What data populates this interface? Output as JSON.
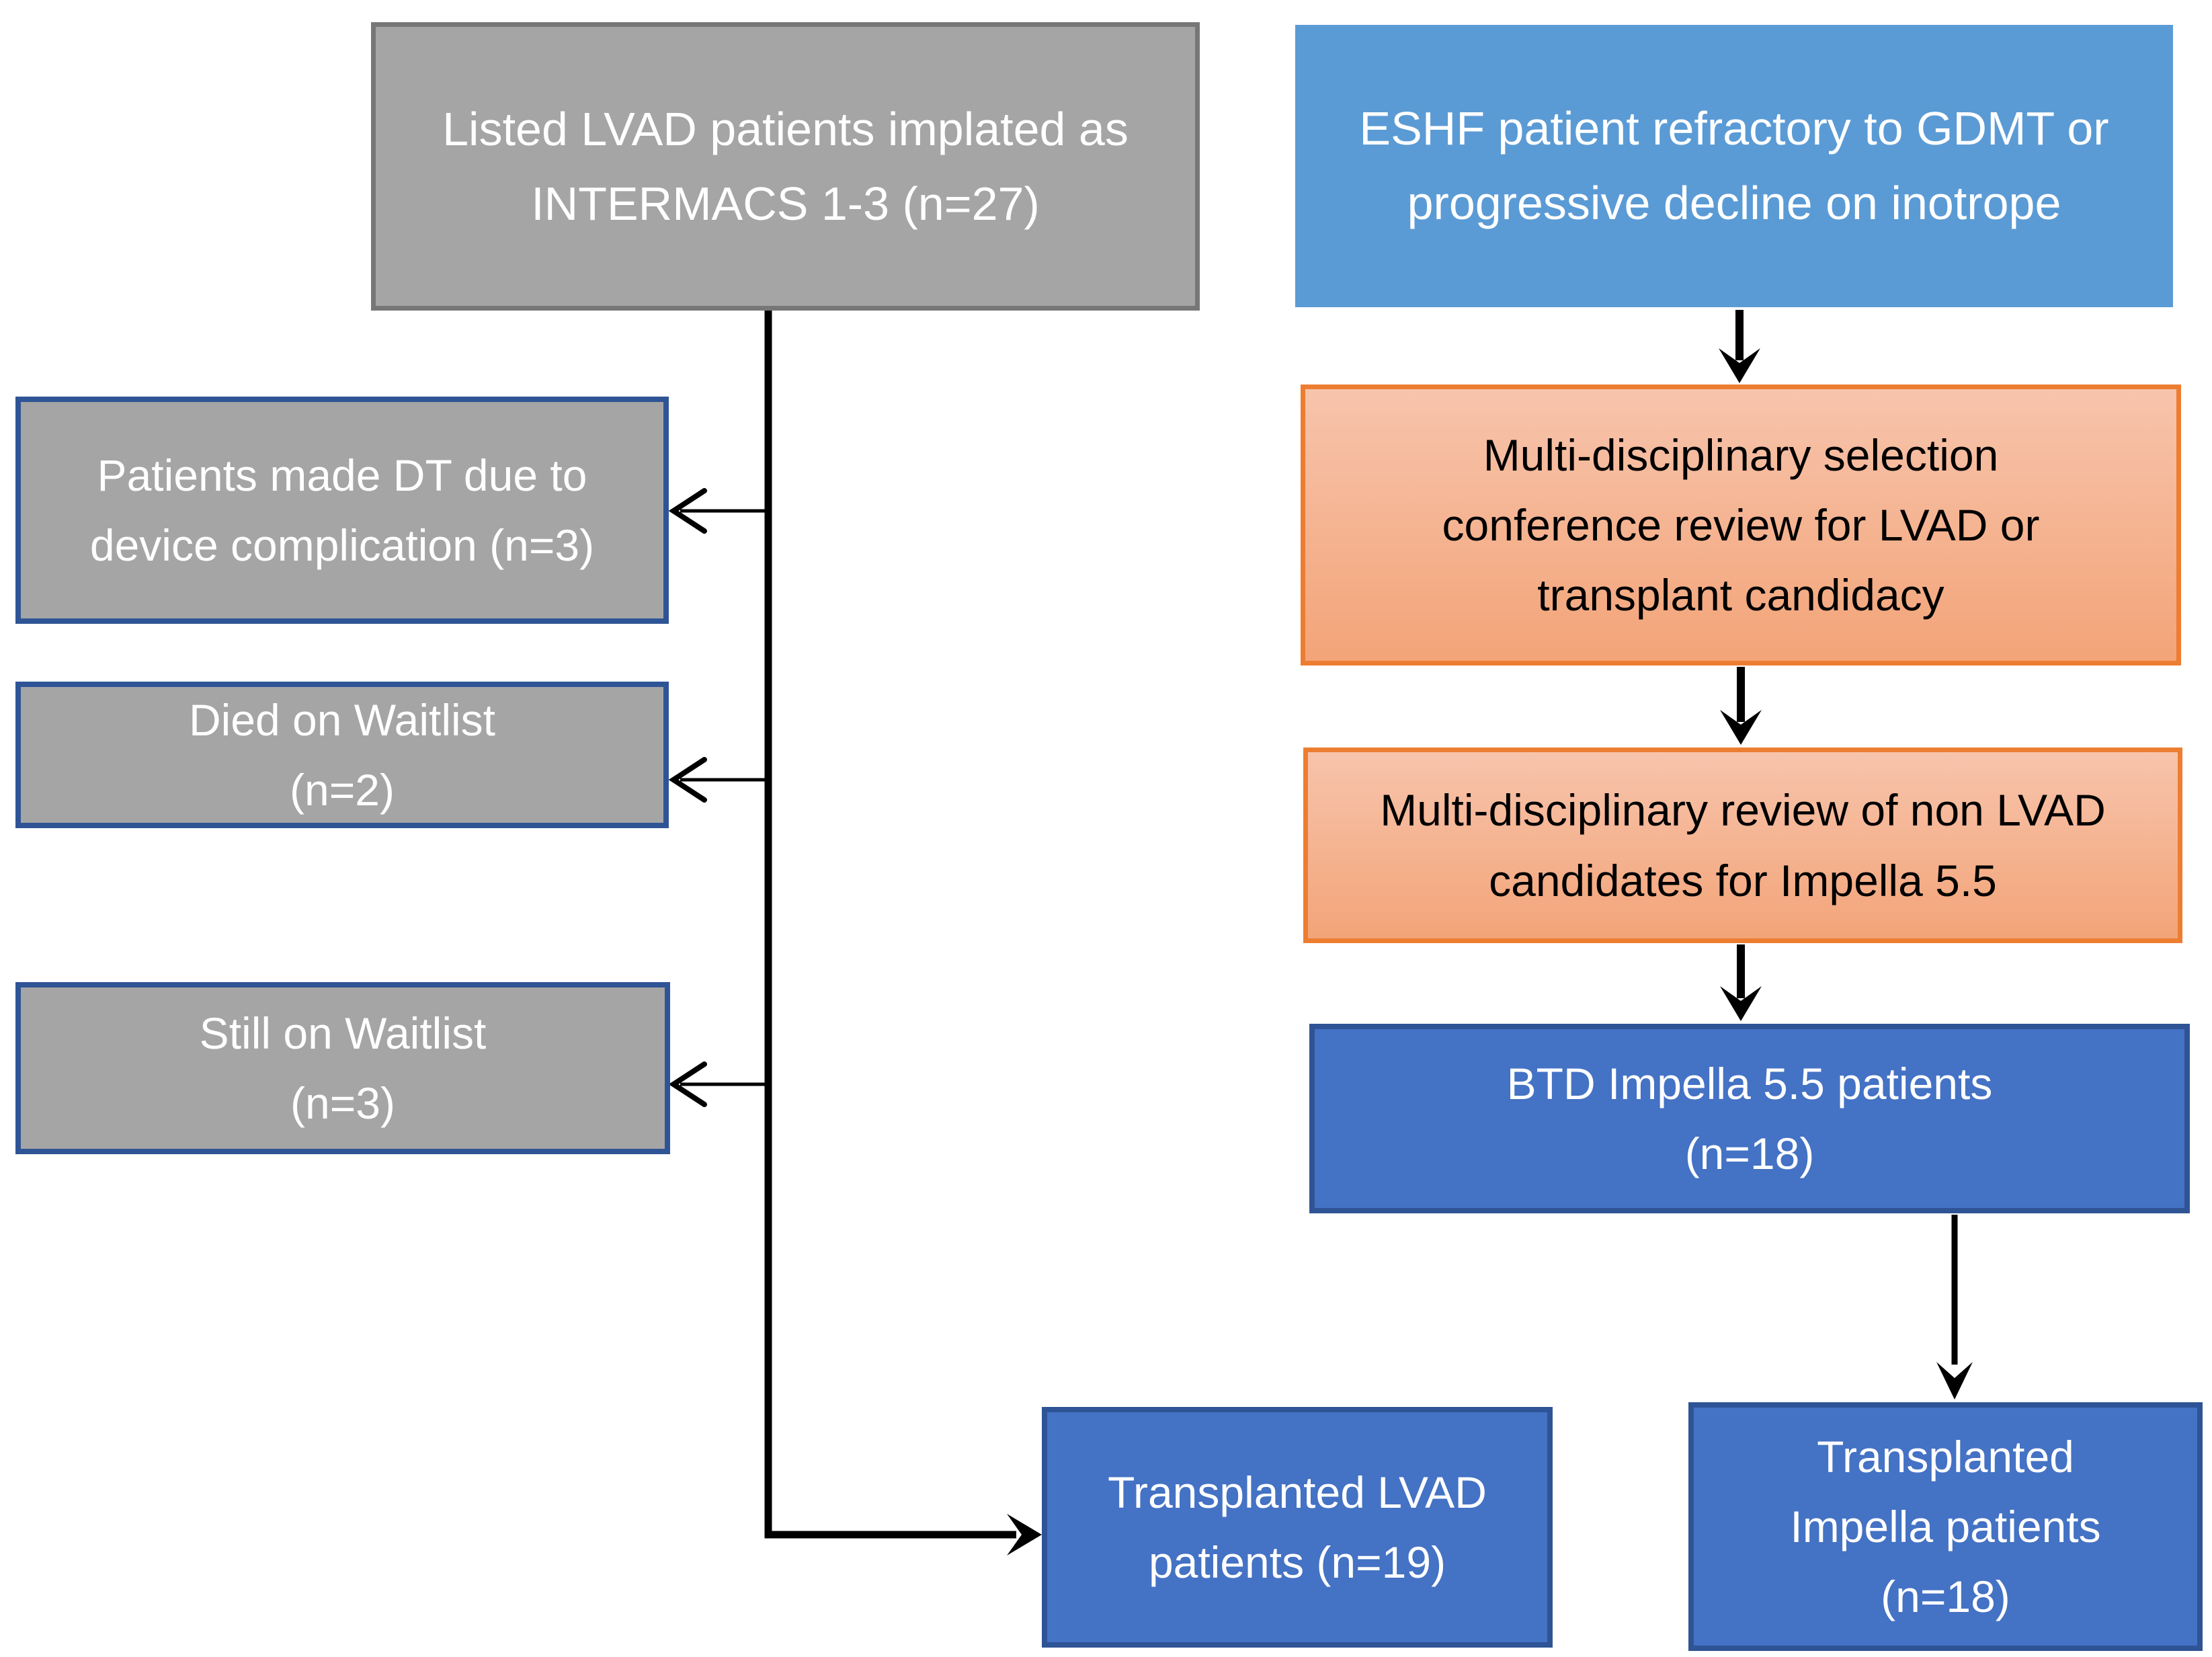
{
  "diagram": {
    "background": "#ffffff",
    "colors": {
      "gray_fill": "#A5A5A5",
      "gray_border": "#777777",
      "navy_border": "#2F5496",
      "royal_blue_fill": "#4472C4",
      "light_blue_fill": "#5B9BD5",
      "orange_border": "#ED7D31",
      "orange_fill_top": "#F7C4AC",
      "orange_fill_bottom": "#F3A478",
      "arrow_color": "#000000",
      "text_light": "#FFFFFF",
      "text_dark": "#000000"
    },
    "left_flow": {
      "listed_box": {
        "lines": [
          "Listed LVAD patients implated as",
          "INTERMACS 1-3 (n=27)"
        ]
      },
      "dt_box": {
        "lines": [
          "Patients made DT due to",
          "device complication (n=3)"
        ]
      },
      "died_box": {
        "lines": [
          "Died on Waitlist",
          "(n=2)"
        ]
      },
      "still_box": {
        "lines": [
          "Still on Waitlist",
          "(n=3)"
        ]
      },
      "transplanted_lvad_box": {
        "lines": [
          "Transplanted LVAD",
          "patients (n=19)"
        ]
      }
    },
    "right_flow": {
      "eshf_box": {
        "lines": [
          "ESHF patient refractory to GDMT or",
          "progressive decline on inotrope"
        ]
      },
      "selection_box": {
        "lines": [
          "Multi-disciplinary selection",
          "conference review for LVAD or",
          "transplant candidacy"
        ]
      },
      "review_box": {
        "lines": [
          "Multi-disciplinary review of non LVAD",
          "candidates for Impella 5.5"
        ]
      },
      "btd_box": {
        "lines": [
          "BTD Impella 5.5 patients",
          "(n=18)"
        ]
      },
      "transplanted_impella_box": {
        "lines": [
          "Transplanted",
          "Impella patients",
          "(n=18)"
        ]
      }
    }
  }
}
